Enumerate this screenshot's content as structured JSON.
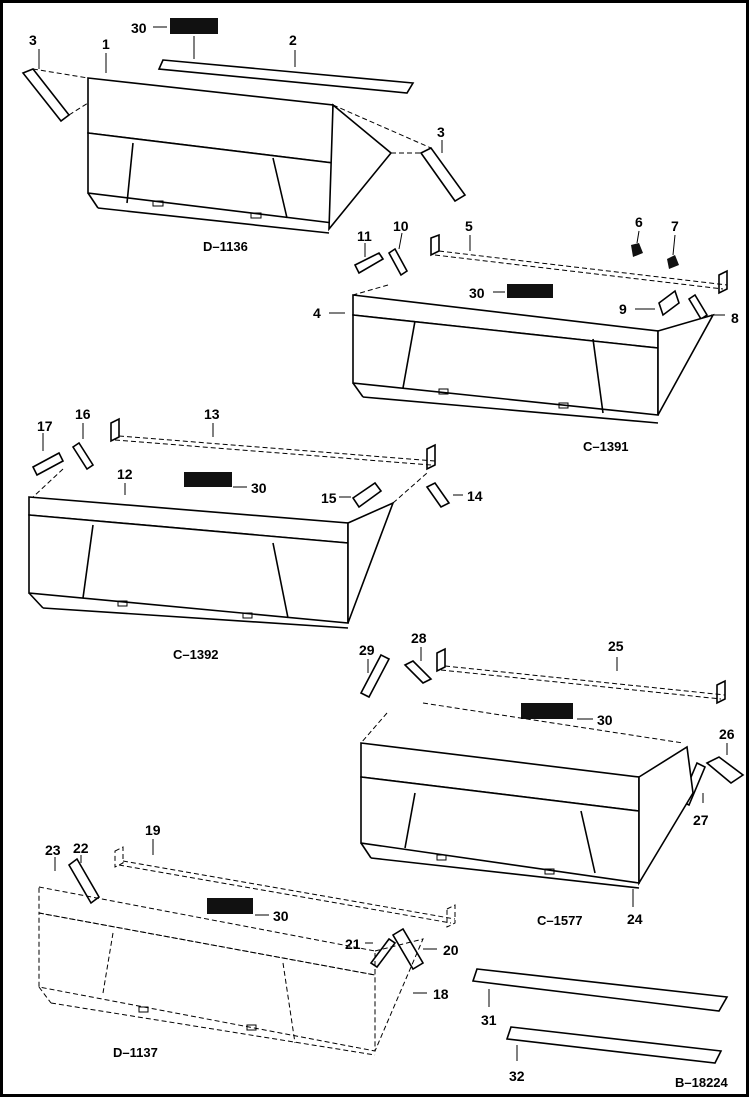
{
  "figure_ref": "B–18224",
  "views": [
    {
      "caption": "D–1136"
    },
    {
      "caption": "C–1391"
    },
    {
      "caption": "C–1392"
    },
    {
      "caption": "C–1577"
    },
    {
      "caption": "D–1137"
    }
  ],
  "callouts": {
    "c1": "1",
    "c2": "2",
    "c3": "3",
    "c4": "4",
    "c5": "5",
    "c6": "6",
    "c7": "7",
    "c8": "8",
    "c9": "9",
    "c10": "10",
    "c11": "11",
    "c12": "12",
    "c13": "13",
    "c14": "14",
    "c15": "15",
    "c16": "16",
    "c17": "17",
    "c18": "18",
    "c19": "19",
    "c20": "20",
    "c21": "21",
    "c22": "22",
    "c23": "23",
    "c24": "24",
    "c25": "25",
    "c26": "26",
    "c27": "27",
    "c28": "28",
    "c29": "29",
    "c30": "30",
    "c31": "31",
    "c32": "32"
  }
}
